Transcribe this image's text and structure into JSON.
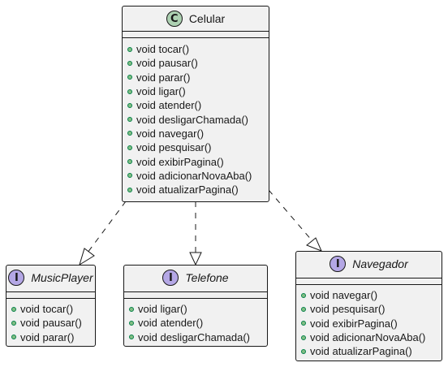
{
  "classes": {
    "celular": {
      "stereotype": "C",
      "name": "Celular",
      "methods": [
        "void tocar()",
        "void pausar()",
        "void parar()",
        "void ligar()",
        "void atender()",
        "void desligarChamada()",
        "void navegar()",
        "void pesquisar()",
        "void exibirPagina()",
        "void adicionarNovaAba()",
        "void atualizarPagina()"
      ]
    },
    "musicplayer": {
      "stereotype": "I",
      "name": "MusicPlayer",
      "methods": [
        "void tocar()",
        "void pausar()",
        "void parar()"
      ]
    },
    "telefone": {
      "stereotype": "I",
      "name": "Telefone",
      "methods": [
        "void ligar()",
        "void atender()",
        "void desligarChamada()"
      ]
    },
    "navegador": {
      "stereotype": "I",
      "name": "Navegador",
      "methods": [
        "void navegar()",
        "void pesquisar()",
        "void exibirPagina()",
        "void adicionarNovaAba()",
        "void atualizarPagina()"
      ]
    }
  },
  "colors": {
    "class_badge": "#add1b2",
    "interface_badge": "#b4a7e5",
    "box_fill": "#f1f1f1",
    "line": "#181818",
    "method_dot": "#84be84"
  }
}
